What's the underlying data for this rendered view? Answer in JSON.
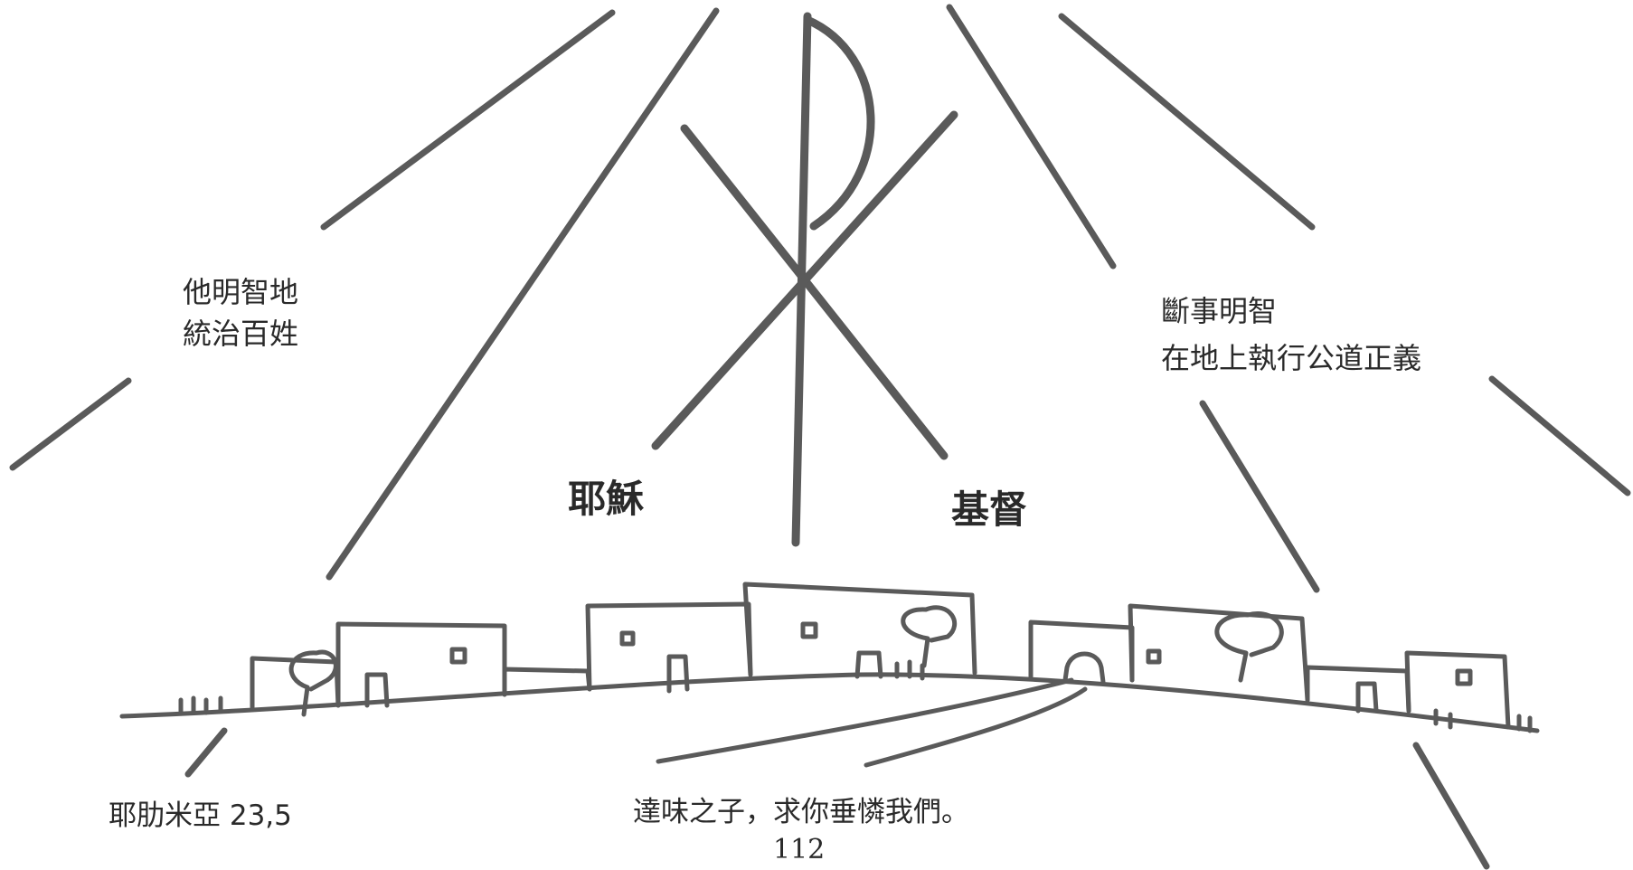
{
  "left_verse": {
    "line1": "他明智地",
    "line2": "統治百姓"
  },
  "right_verse": {
    "line1": "斷事明智",
    "line2": "在地上執行公道正義"
  },
  "monogram_names": {
    "left": "耶穌",
    "right": "基督"
  },
  "reference": "耶肋米亞 23,5",
  "prayer": "達味之子，求你垂憐我們。",
  "page_number": "112",
  "colors": {
    "ink": "#5a5a5a",
    "text": "#2a2a2a",
    "background": "#ffffff"
  }
}
